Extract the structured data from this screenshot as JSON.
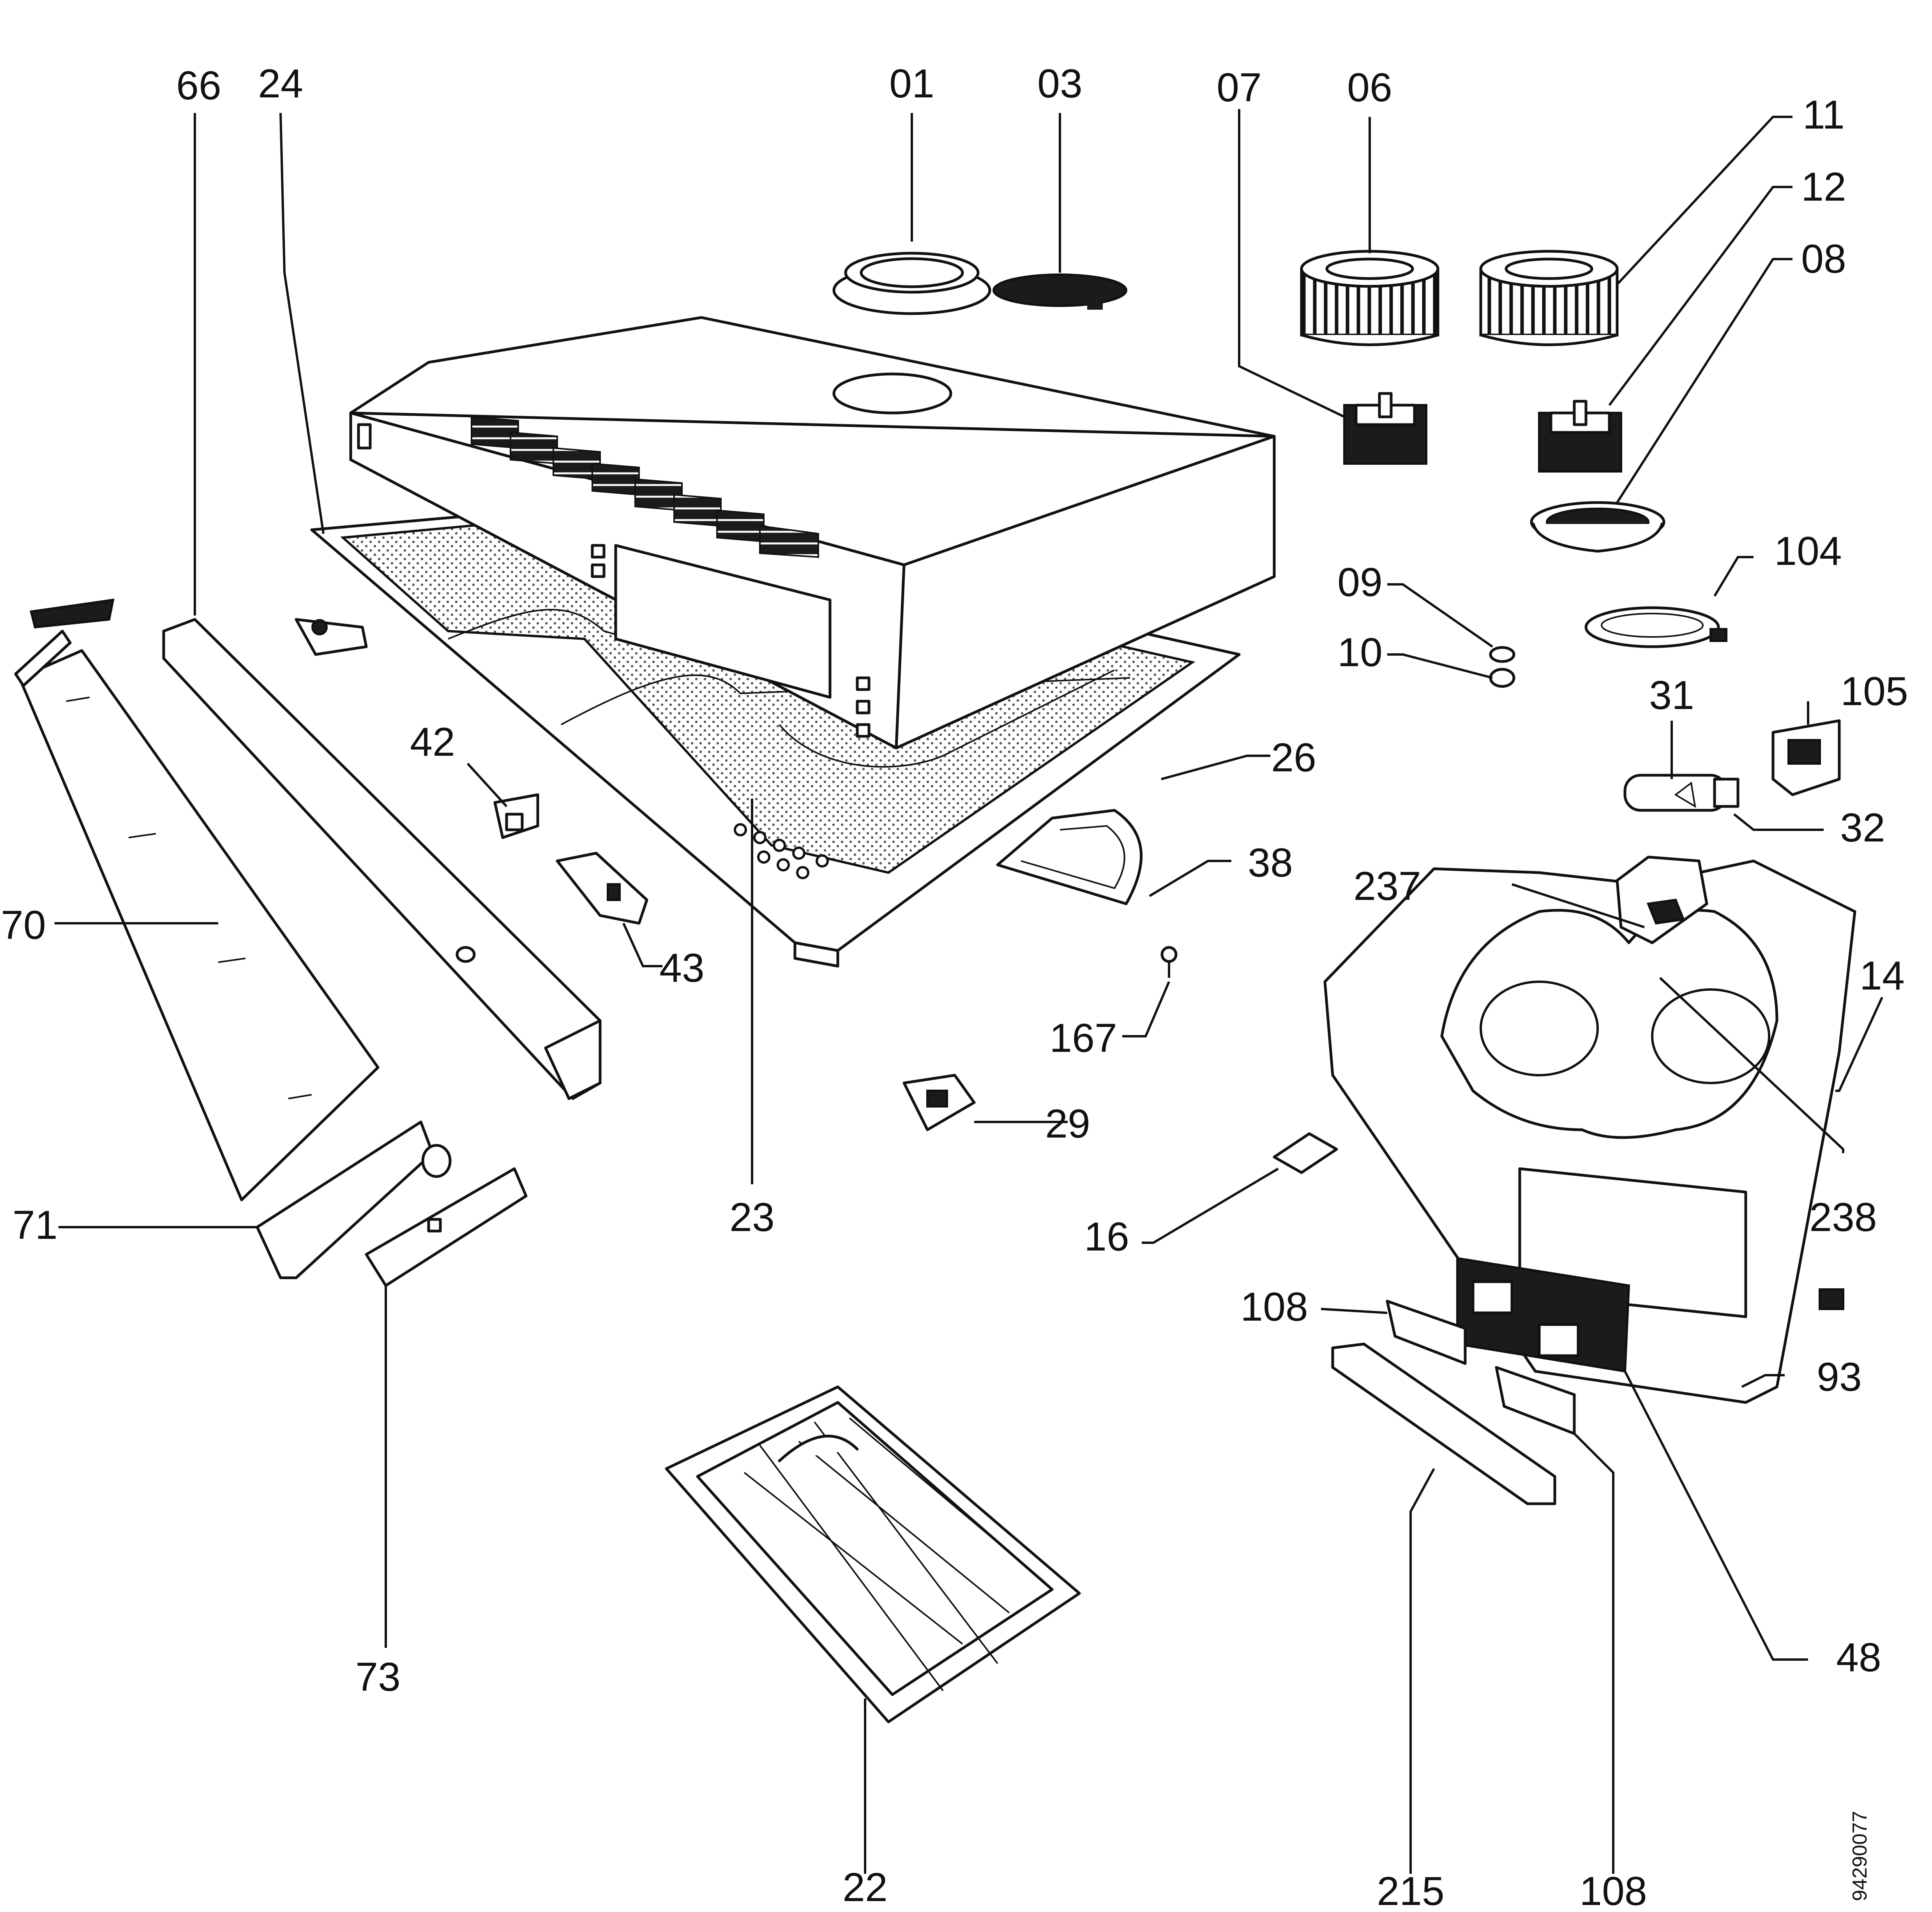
{
  "diagram": {
    "document_number": "94290077",
    "colors": {
      "ink": "#111111",
      "paper": "#ffffff"
    },
    "part_labels": {
      "p01": "01",
      "p03": "03",
      "p07": "07",
      "p06": "06",
      "p11": "11",
      "p12": "12",
      "p08": "08",
      "p66": "66",
      "p24": "24",
      "p104": "104",
      "p09": "09",
      "p10": "10",
      "p31": "31",
      "p105": "105",
      "p26": "26",
      "p42": "42",
      "p32": "32",
      "p38": "38",
      "p70": "70",
      "p237": "237",
      "p43": "43",
      "p14": "14",
      "p167": "167",
      "p29": "29",
      "p71": "71",
      "p23": "23",
      "p238": "238",
      "p16": "16",
      "p108a": "108",
      "p93": "93",
      "p73": "73",
      "p48": "48",
      "p22": "22",
      "p215": "215",
      "p108b": "108"
    }
  }
}
